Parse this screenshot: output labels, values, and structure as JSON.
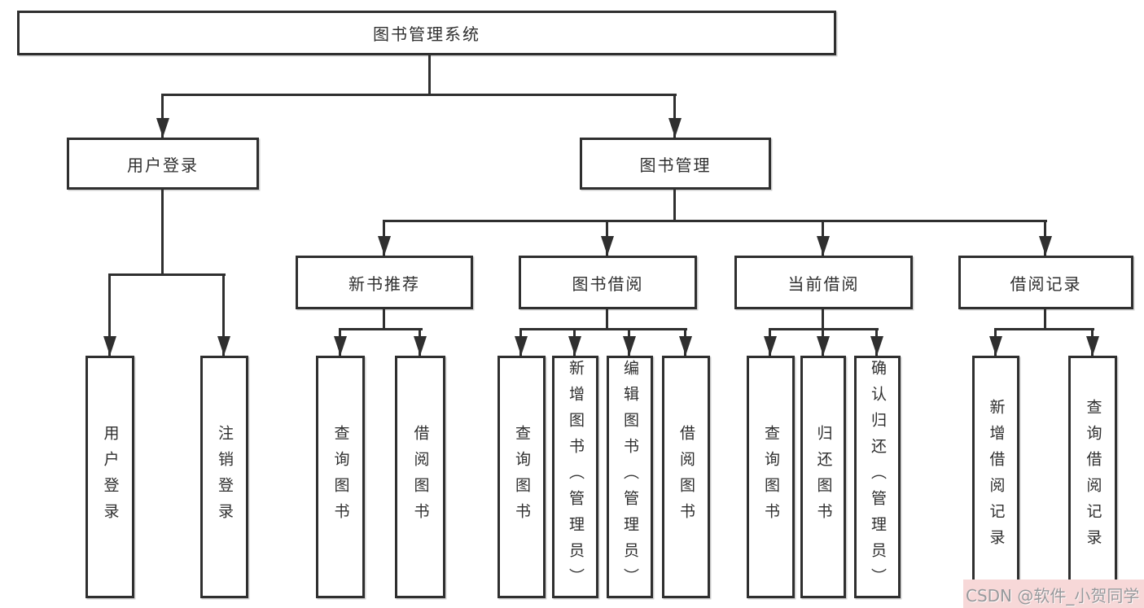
{
  "diagram": {
    "root": {
      "label": "图书管理系统"
    },
    "level2": [
      {
        "label": "用户登录"
      },
      {
        "label": "图书管理"
      }
    ],
    "login_leaves": [
      "用户登录",
      "注销登录"
    ],
    "level3": [
      {
        "label": "新书推荐",
        "leaves": [
          "查询图书",
          "借阅图书"
        ]
      },
      {
        "label": "图书借阅",
        "leaves": [
          "查询图书",
          "新增图书（管理员）",
          "编辑图书（管理员）",
          "借阅图书"
        ]
      },
      {
        "label": "当前借阅",
        "leaves": [
          "查询图书",
          "归还图书",
          "确认归还（管理员）"
        ]
      },
      {
        "label": "借阅记录",
        "leaves": [
          "新增借阅记录",
          "查询借阅记录"
        ]
      }
    ]
  },
  "watermark": {
    "text": "CSDN @软件_小贺同学"
  },
  "colors": {
    "line": "#2f2f2f",
    "box_border": "#2f2f2f",
    "text": "#2f2f2f",
    "background": "#ffffff",
    "watermark_text": "#97999c",
    "watermark_bg": "#f7d8d8"
  }
}
